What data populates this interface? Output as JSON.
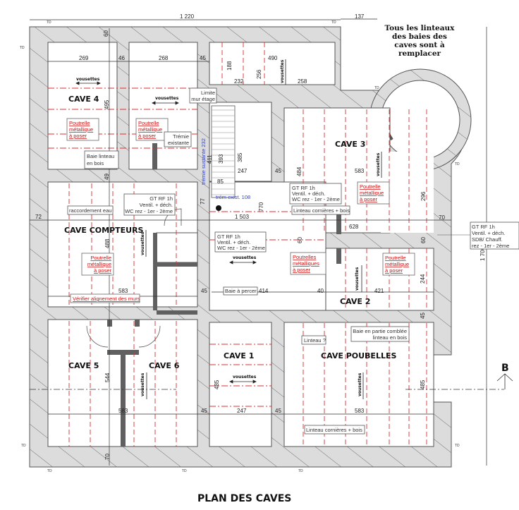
{
  "title": "PLAN DES CAVES",
  "note": [
    "Tous les linteaux",
    "des baies des",
    "caves sont à",
    "remplacer"
  ],
  "section_marker": "B",
  "rooms": {
    "cave4": "CAVE 4",
    "cave3": "CAVE 3",
    "cave_compteurs": "CAVE COMPTEURS",
    "cave2": "CAVE 2",
    "cave5": "CAVE 5",
    "cave6": "CAVE 6",
    "cave1": "CAVE 1",
    "cave_poubelles": "CAVE POUBELLES"
  },
  "dimensions": {
    "total_width": "1 220",
    "offset_right": "137",
    "total_height": "1 706",
    "d60_top": "60",
    "d269": "269",
    "d46": "46",
    "d268": "268",
    "d45_top": "45",
    "d188": "188",
    "d232": "232",
    "d256": "256",
    "d490": "490",
    "d258": "258",
    "d495": "495",
    "d49": "49",
    "d72": "72",
    "d385": "385",
    "d247_stair": "247",
    "d45_mid": "45",
    "d484": "484",
    "d583_c3": "583",
    "d296": "296",
    "d770": "770",
    "d77": "77",
    "d85": "85",
    "d1503": "1 503",
    "d628": "628",
    "d70_right": "70",
    "d60_left": "60",
    "d60_right": "60",
    "d488": "488",
    "d244": "244",
    "d583_cc": "583",
    "d45_cc": "45",
    "d414": "414",
    "d40": "40",
    "d421": "421",
    "d45_c2": "45",
    "d544": "544",
    "d583_c56": "583",
    "d45_c1": "45",
    "d247_c1": "247",
    "d485_c1": "485",
    "d45_cp": "45",
    "d583_cp": "583",
    "d485_cp": "485",
    "d70_bottom": "70"
  },
  "vousettes_label": "vousettes",
  "td_label": "TD",
  "callouts_red": {
    "poutrelle": [
      "Poutrelle",
      "métallique",
      "à poser"
    ],
    "poutrelles": [
      "Poutrelles",
      "métalliques",
      "à poser"
    ],
    "verifier": "Vérifier alignement des murs"
  },
  "callouts": {
    "baie_linteau_bois": [
      "Baie linteau",
      "en bois"
    ],
    "tremie_existante": [
      "Trémie",
      "existante"
    ],
    "limite_mur": [
      "Limite",
      "mur étage"
    ],
    "raccordement": "raccordement eau",
    "gt_rf_1": [
      "GT RF 1h",
      "Ventil. + déch.",
      "WC rez - 1er - 2ème"
    ],
    "gt_rf_2": [
      "GT RF 1h",
      "Ventil. + déch.",
      "WC rez - 1er - 2ème"
    ],
    "gt_rf_3": [
      "GT RF 1h",
      "Ventil. + déch.",
      "WC rez - 1er - 2ème"
    ],
    "gt_rf_4": [
      "GT RF 1h",
      "Ventil. + déch.",
      "SDB/ Chauff.",
      "rez - 1er - 2ème"
    ],
    "linteau_cornieres_bois": "Linteau cornières + bois",
    "baie_a_percer": "Baie à percer",
    "linteau_q": "Linteau ?",
    "baie_comblee": [
      "Baie en partie comblée",
      "linteau en bois"
    ],
    "linteau_cornieres_bois_2": "Linteau cornières + bois"
  },
  "stair": {
    "tremie_sustante": "trémie sustante 232",
    "tremie_exist": "trém exist. 108",
    "steps": [
      "411",
      "393"
    ]
  }
}
